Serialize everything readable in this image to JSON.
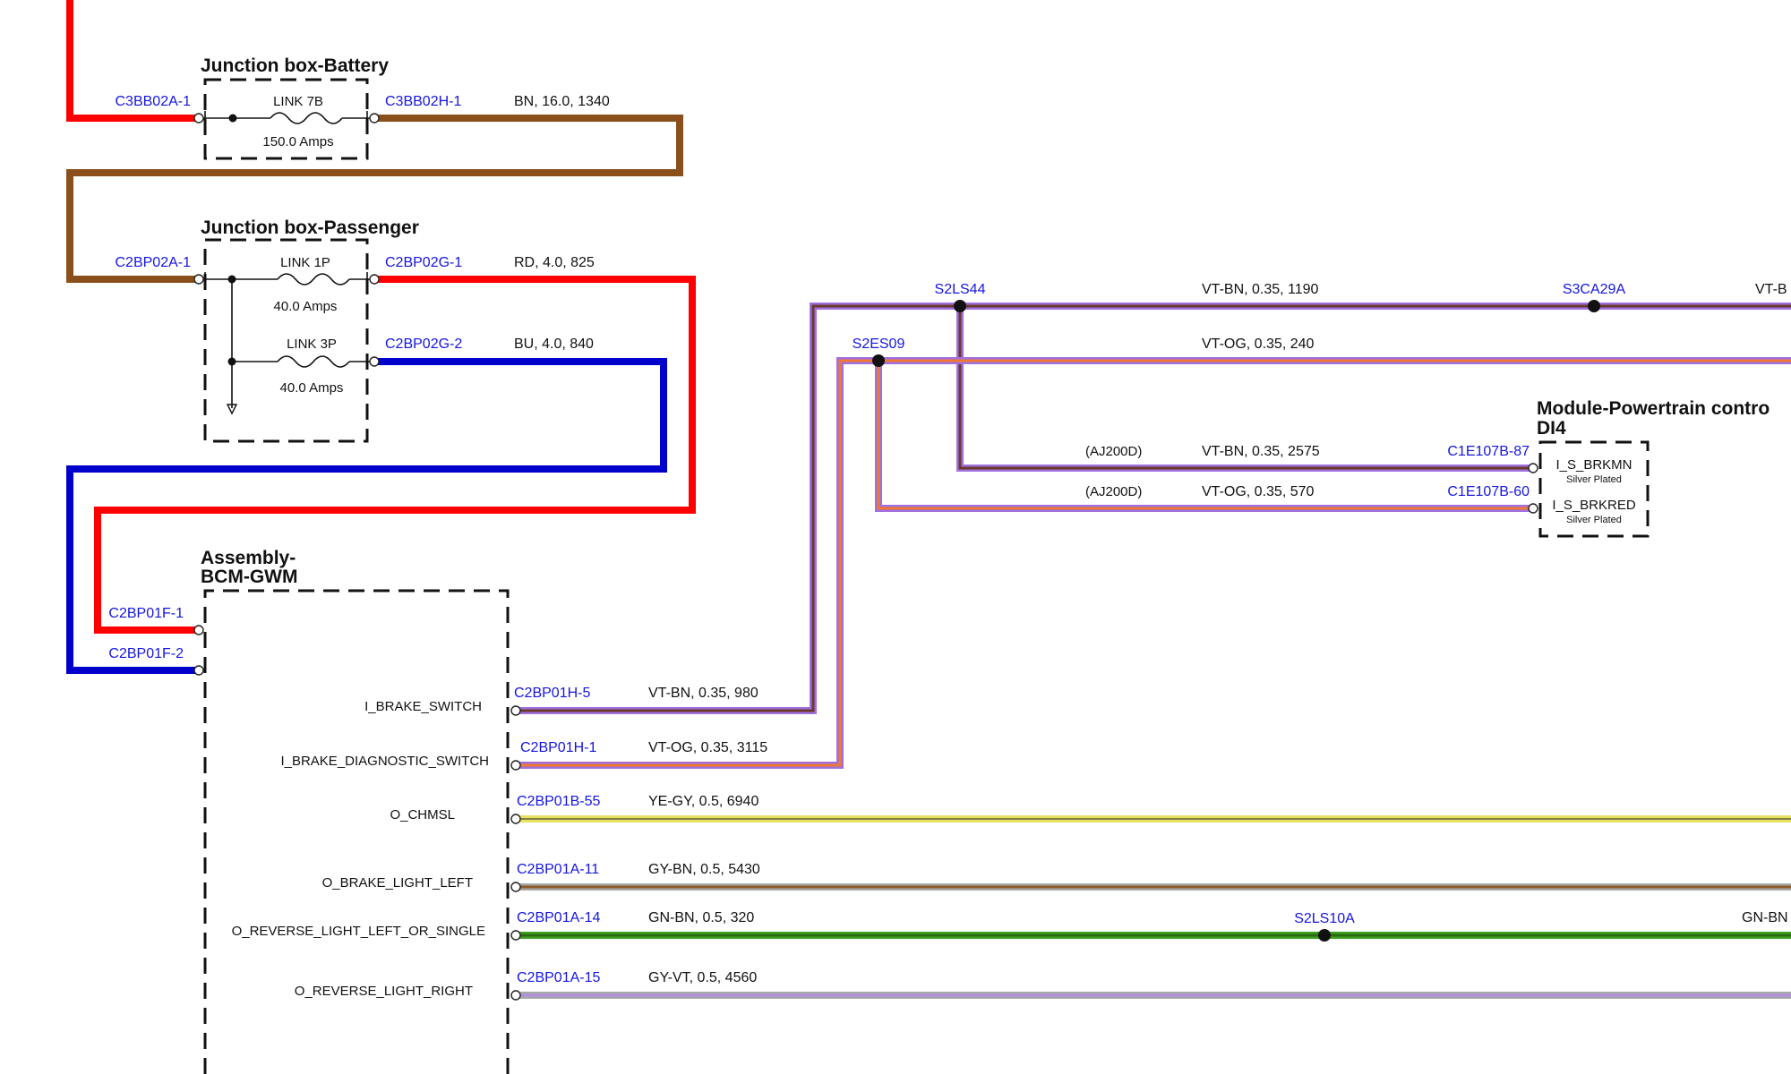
{
  "colors": {
    "red": "#ff0000",
    "brown": "#8a4f1a",
    "blue": "#0000cc",
    "violet": "#a070e0",
    "violet_brown_core": "#6a3a2a",
    "violet_orange_core": "#f07830",
    "yellow": "#e8e060",
    "yellow_gray_core": "#808040",
    "gray": "#a8a8a8",
    "brown_core": "#8a5a2a",
    "green": "#40a020",
    "green_core": "#2a6a10",
    "gray_violet_core": "#b090e0",
    "label_blue": "#1515e0"
  },
  "junction_battery": {
    "title": "Junction box-Battery",
    "conn_left": "C3BB02A-1",
    "conn_right": "C3BB02H-1",
    "link_name": "LINK 7B",
    "link_rating": "150.0 Amps",
    "wire_out": "BN,  16.0,  1340"
  },
  "junction_passenger": {
    "title": "Junction box-Passenger",
    "conn_left": "C2BP02A-1",
    "conn_top_right": "C2BP02G-1",
    "conn_bottom_right": "C2BP02G-2",
    "link1_name": "LINK 1P",
    "link1_rating": "40.0 Amps",
    "link2_name": "LINK 3P",
    "link2_rating": "40.0 Amps",
    "wire_top": "RD,  4.0,  825",
    "wire_bottom": "BU,  4.0,  840"
  },
  "bcm": {
    "title_line1": "Assembly-",
    "title_line2": "BCM-GWM",
    "conn_f1": "C2BP01F-1",
    "conn_f2": "C2BP01F-2",
    "pins": [
      {
        "label": "I_BRAKE_SWITCH",
        "conn": "C2BP01H-5",
        "wire": "VT-BN,  0.35,  980"
      },
      {
        "label": "I_BRAKE_DIAGNOSTIC_SWITCH",
        "conn": "C2BP01H-1",
        "wire": "VT-OG,  0.35,  3115"
      },
      {
        "label": "O_CHMSL",
        "conn": "C2BP01B-55",
        "wire": "YE-GY,  0.5,  6940"
      },
      {
        "label": "O_BRAKE_LIGHT_LEFT",
        "conn": "C2BP01A-11",
        "wire": "GY-BN,  0.5,  5430"
      },
      {
        "label": "O_REVERSE_LIGHT_LEFT_OR_SINGLE",
        "conn": "C2BP01A-14",
        "wire": "GN-BN,  0.5,  320"
      },
      {
        "label": "O_REVERSE_LIGHT_RIGHT",
        "conn": "C2BP01A-15",
        "wire": "GY-VT,  0.5,  4560"
      }
    ]
  },
  "splices": {
    "s2ls44": "S2LS44",
    "s2es09": "S2ES09",
    "s3ca29a": "S3CA29A",
    "s2ls10a": "S2LS10A"
  },
  "wires": {
    "vt_bn_top": "VT-BN,  0.35,  1190",
    "vt_og_top": "VT-OG,  0.35,  240",
    "vt_bn_module": "VT-BN,  0.35,  2575",
    "vt_og_module": "VT-OG,  0.35,  570",
    "option_1": "(AJ200D)",
    "option_2": "(AJ200D)",
    "right_cut_top": "VT-B",
    "right_cut_green": "GN-BN"
  },
  "pcm": {
    "title_line1": "Module-Powertrain contro",
    "title_line2": "DI4",
    "conn_87": "C1E107B-87",
    "conn_60": "C1E107B-60",
    "pin1_label": "I_S_BRKMN",
    "pin1_sub": "Silver Plated",
    "pin2_label": "I_S_BRKRED",
    "pin2_sub": "Silver Plated"
  }
}
